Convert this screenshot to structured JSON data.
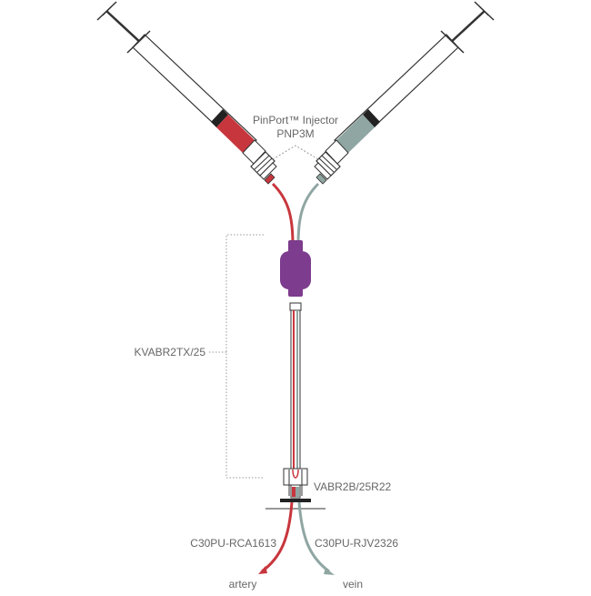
{
  "labels": {
    "injector_line1": "PinPort™ Injector",
    "injector_line2": "PNP3M",
    "catheter": "KVABR2TX/25",
    "connector": "VABR2B/25R22",
    "artery_catheter": "C30PU-RCA1613",
    "vein_catheter": "C30PU-RJV2326",
    "artery": "artery",
    "vein": "vein"
  },
  "colors": {
    "artery": "#c8363d",
    "vein": "#8fa6a3",
    "vein_dark": "#5f7a78",
    "hub": "#7d3c8d",
    "outline": "#333333",
    "label": "#666666",
    "leader": "#999999"
  }
}
